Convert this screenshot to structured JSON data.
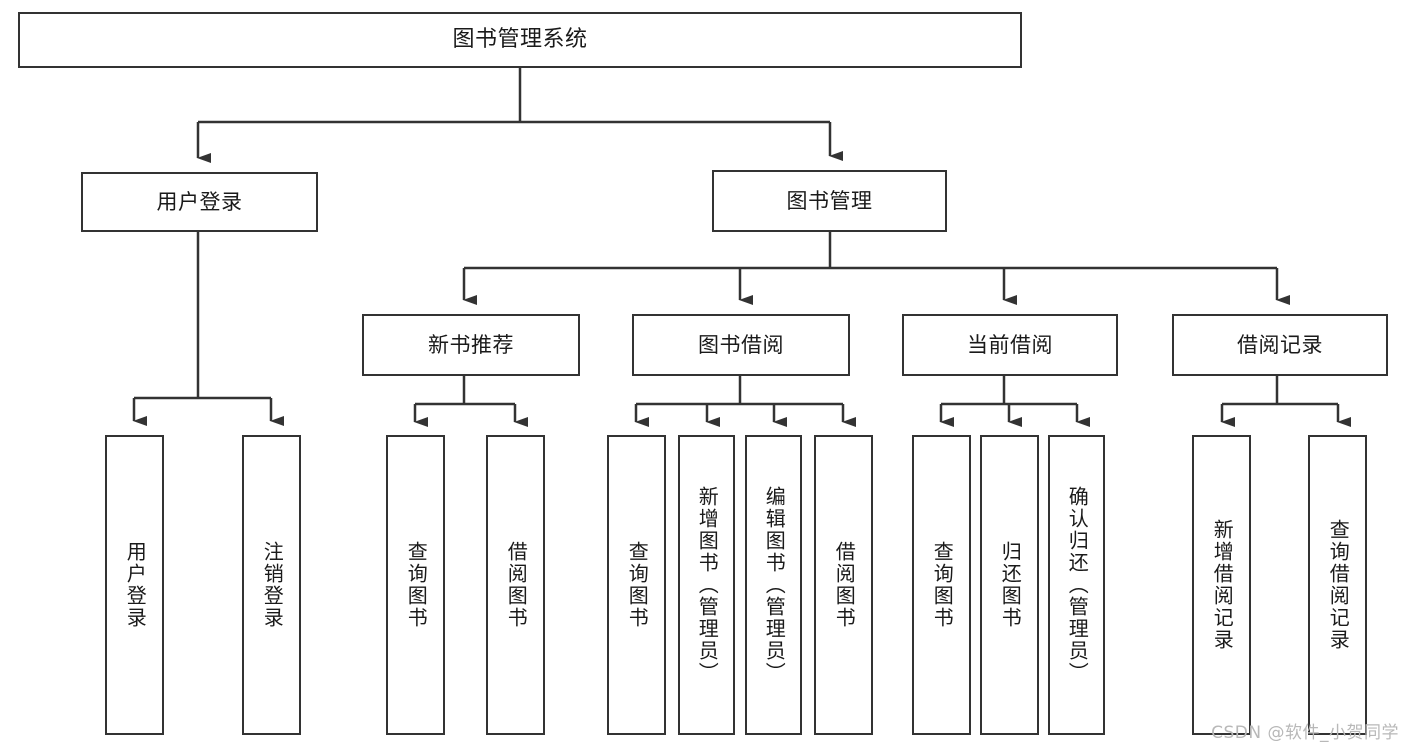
{
  "diagram": {
    "title": "图书管理系统",
    "type": "tree-hierarchy-chart",
    "stroke_color": "#333333",
    "fill_color": "#ffffff",
    "text_color": "#1a1a1a"
  },
  "root": {
    "label": "图书管理系统"
  },
  "level2": [
    {
      "label": "用户登录"
    },
    {
      "label": "图书管理"
    }
  ],
  "level3": [
    {
      "label": "新书推荐"
    },
    {
      "label": "图书借阅"
    },
    {
      "label": "当前借阅"
    },
    {
      "label": "借阅记录"
    }
  ],
  "leaves": {
    "user_login": [
      {
        "label": "用户登录"
      },
      {
        "label": "注销登录"
      }
    ],
    "new_book_recommend": [
      {
        "label": "查询图书"
      },
      {
        "label": "借阅图书"
      }
    ],
    "book_borrow": [
      {
        "label": "查询图书"
      },
      {
        "label": "新增图书（管理员）"
      },
      {
        "label": "编辑图书（管理员）"
      },
      {
        "label": "借阅图书"
      }
    ],
    "current_borrow": [
      {
        "label": "查询图书"
      },
      {
        "label": "归还图书"
      },
      {
        "label": "确认归还（管理员）"
      }
    ],
    "borrow_record": [
      {
        "label": "新增借阅记录"
      },
      {
        "label": "查询借阅记录"
      }
    ]
  },
  "watermark": {
    "text": "CSDN @软件_小贺同学"
  }
}
